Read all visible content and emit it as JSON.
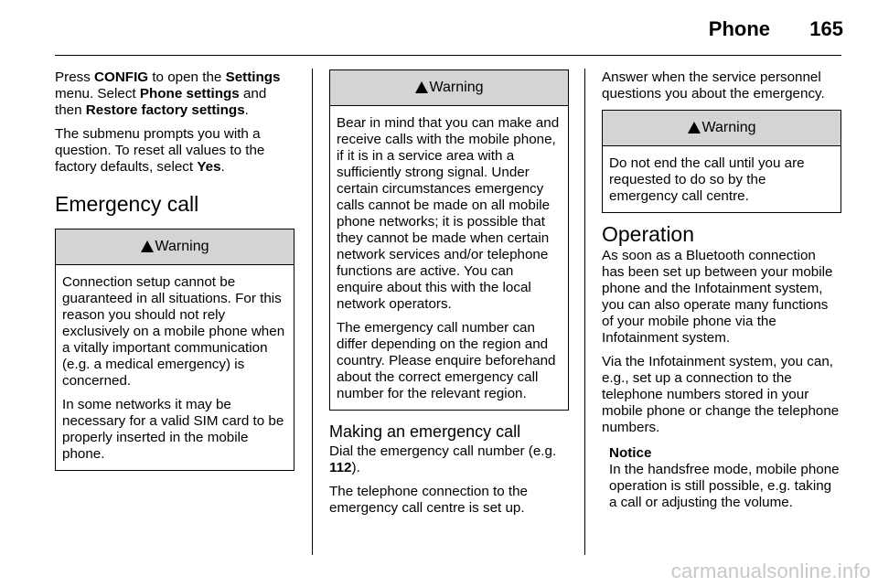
{
  "header": {
    "title": "Phone",
    "page_number": "165"
  },
  "col1": {
    "intro_p1": {
      "t1": "Press ",
      "b1": "CONFIG",
      "t2": " to open the ",
      "b2": "Settings",
      "t3": " menu. Select ",
      "b3": "Phone settings",
      "t4": " and then ",
      "b4": "Restore factory settings",
      "t5": "."
    },
    "intro_p2": {
      "t1": "The submenu prompts you with a question. To reset all values to the factory defaults, select ",
      "b1": "Yes",
      "t2": "."
    },
    "heading": "Emergency call",
    "warning": {
      "title": "Warning",
      "p1": "Connection setup cannot be guaranteed in all situations. For this reason you should not rely exclusively on a mobile phone when a vitally important communication (e.g. a medical emergency) is concerned.",
      "p2": "In some networks it may be necessary for a valid SIM card to be properly inserted in the mobile phone."
    }
  },
  "col2": {
    "warning": {
      "title": "Warning",
      "p1": "Bear in mind that you can make and receive calls with the mobile phone, if it is in a service area with a sufficiently strong signal. Under certain circumstances emergency calls cannot be made on all mobile phone networks; it is possible that they cannot be made when certain network services and/or telephone functions are active. You can enquire about this with the local network operators.",
      "p2": "The emergency call number can differ depending on the region and country. Please enquire beforehand about the correct emergency call number for the relevant region."
    },
    "subheading": "Making an emergency call",
    "p1": {
      "t1": "Dial the emergency call number (e.g. ",
      "b1": "112",
      "t2": ")."
    },
    "p2": "The telephone connection to the emergency call centre is set up."
  },
  "col3": {
    "p1": "Answer when the service personnel questions you about the emergency.",
    "warning": {
      "title": "Warning",
      "p1": "Do not end the call until you are requested to do so by the emergency call centre."
    },
    "heading": "Operation",
    "p2": "As soon as a Bluetooth connection has been set up between your mobile phone and the Infotainment system, you can also operate many functions of your mobile phone via the Infotainment system.",
    "p3": "Via the Infotainment system, you can, e.g., set up a connection to the telephone numbers stored in your mobile phone or change the telephone numbers.",
    "notice": {
      "title": "Notice",
      "text": "In the handsfree mode, mobile phone operation is still possible, e.g. taking a call or adjusting the volume."
    }
  },
  "watermark": "carmanualsonline.info"
}
